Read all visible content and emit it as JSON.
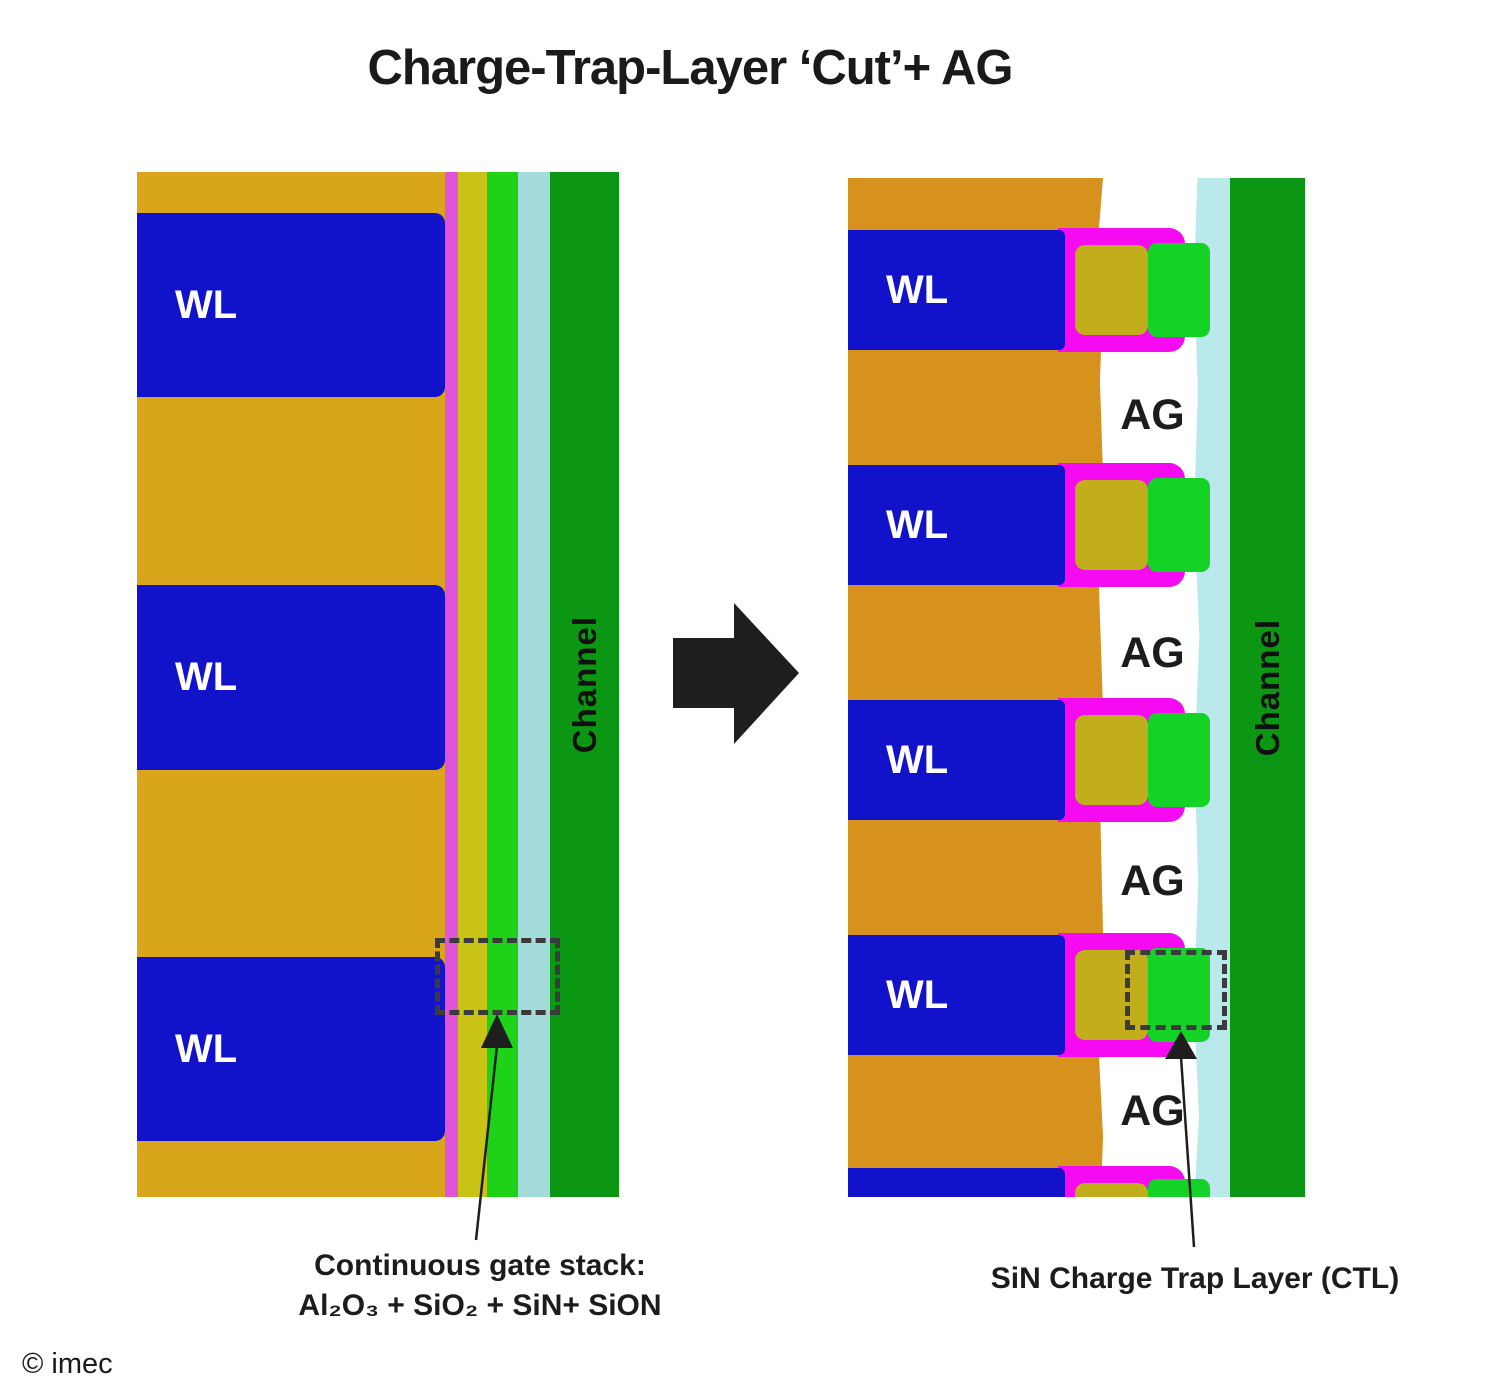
{
  "title": "Charge-Trap-Layer ‘Cut’+ AG",
  "copyright": "© imec",
  "left_panel": {
    "wl_labels": [
      "WL",
      "WL",
      "WL"
    ],
    "channel_label": "Channel",
    "annotation_line1": "Continuous gate stack:",
    "annotation_line2": "Al₂O₃ +  SiO₂ + SiN+ SiON"
  },
  "right_panel": {
    "wl_labels": [
      "WL",
      "WL",
      "WL",
      "WL"
    ],
    "ag_labels": [
      "AG",
      "AG",
      "AG",
      "AG"
    ],
    "channel_label": "Channel",
    "annotation": "SiN Charge Trap Layer (CTL)"
  },
  "colors": {
    "left_orange": "#D9A61B",
    "right_orange": "#D7921E",
    "wl_blue": "#1212CB",
    "left_magenta": "#E053DA",
    "right_magenta": "#F50AF2",
    "left_olive": "#C9C315",
    "right_olive": "#C2AE1C",
    "left_sin_green": "#1ED317",
    "right_ctl_green": "#15D226",
    "left_cyan": "#A3DBDB",
    "right_cyan": "#B9E9EA",
    "channel_green": "#0B9613",
    "annotation_black": "#1E1E1E",
    "dash_box": "#3B3B3B"
  }
}
